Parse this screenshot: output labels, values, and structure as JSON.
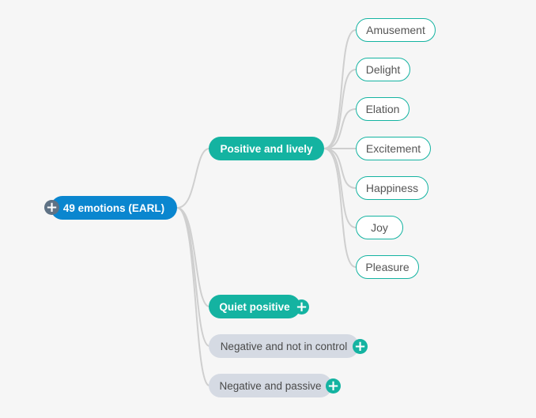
{
  "root": {
    "label": "49 emotions (EARL)",
    "expand_icon": "plus-icon"
  },
  "branches": [
    {
      "label": "Positive and lively",
      "expanded": true,
      "children": [
        "Amusement",
        "Delight",
        "Elation",
        "Excitement",
        "Happiness",
        "Joy",
        "Pleasure"
      ]
    },
    {
      "label": "Quiet positive",
      "expanded": false
    },
    {
      "label": "Negative and not in control",
      "expanded": false
    },
    {
      "label": "Negative and passive",
      "expanded": false
    }
  ],
  "colors": {
    "background": "#f6f6f6",
    "root": "#0a86cf",
    "teal": "#14b3a1",
    "grey_branch": "#d5dae3",
    "connector": "#cfcfcf",
    "slate_expander": "#5f7285"
  },
  "icons": {
    "expand": "plus-icon"
  }
}
